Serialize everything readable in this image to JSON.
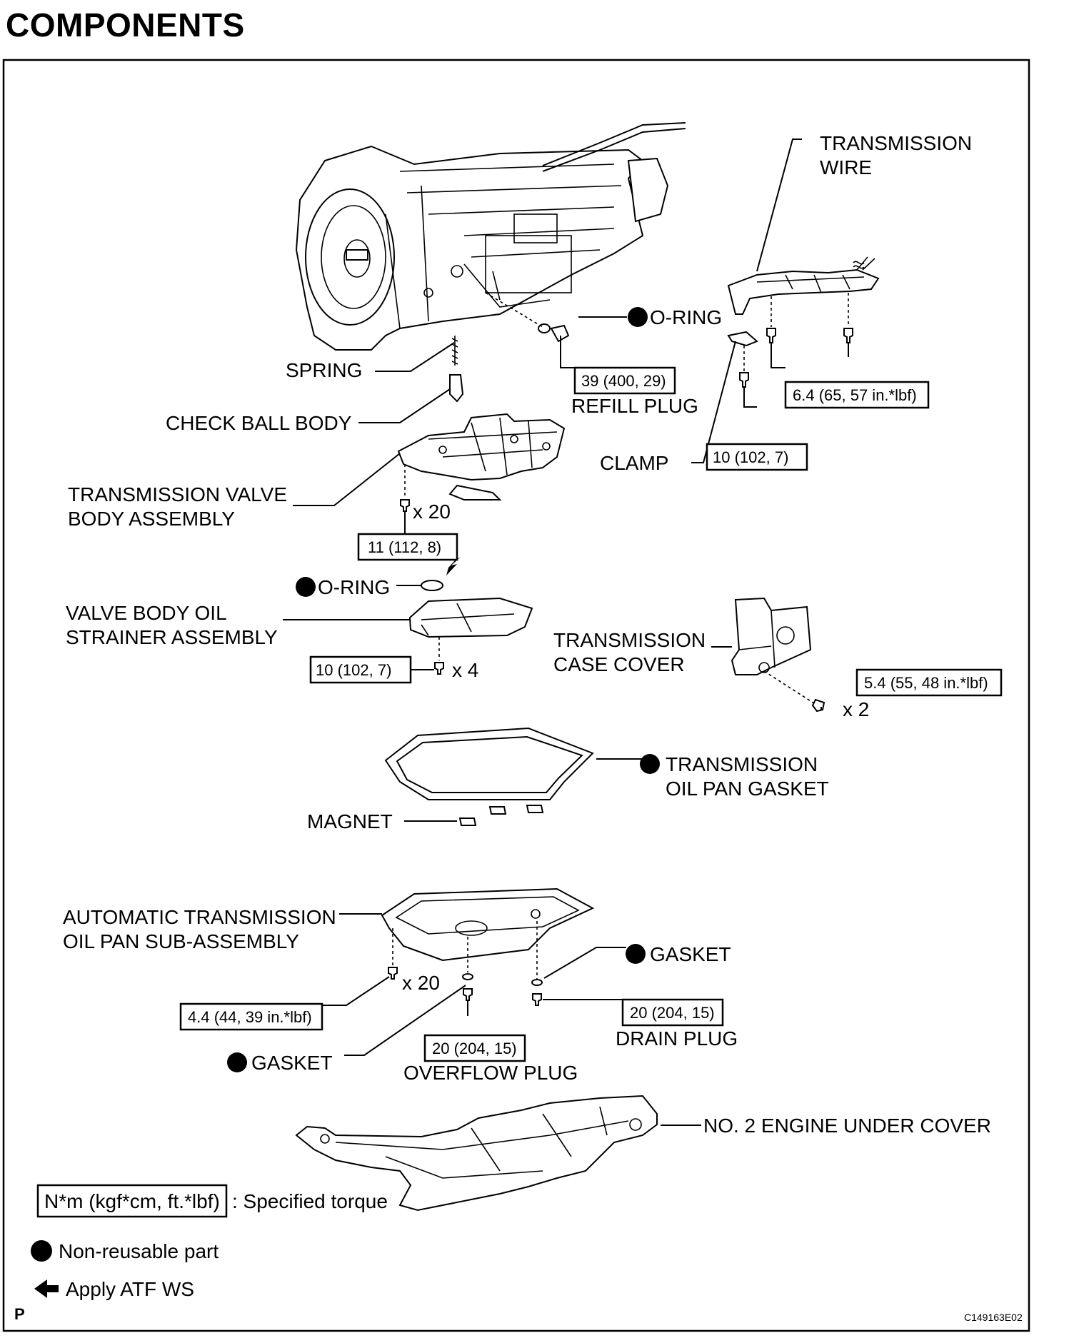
{
  "page_title": "COMPONENTS",
  "labels": {
    "transmission_wire": [
      "TRANSMISSION",
      "WIRE"
    ],
    "o_ring_top": "O-RING",
    "spring": "SPRING",
    "refill_plug": "REFILL PLUG",
    "check_ball_body": "CHECK BALL BODY",
    "clamp": "CLAMP",
    "valve_body_assembly": [
      "TRANSMISSION VALVE",
      "BODY ASSEMBLY"
    ],
    "o_ring_mid": "O-RING",
    "valve_body_oil_strainer": [
      "VALVE BODY OIL",
      "STRAINER ASSEMBLY"
    ],
    "transmission_case_cover": [
      "TRANSMISSION",
      "CASE COVER"
    ],
    "oil_pan_gasket": [
      "TRANSMISSION",
      "OIL PAN GASKET"
    ],
    "magnet": "MAGNET",
    "oil_pan_sub_assembly": [
      "AUTOMATIC TRANSMISSION",
      "OIL PAN SUB-ASSEMBLY"
    ],
    "gasket_drain": "GASKET",
    "drain_plug": "DRAIN PLUG",
    "gasket_overflow": "GASKET",
    "overflow_plug": "OVERFLOW PLUG",
    "engine_under_cover": "NO. 2 ENGINE UNDER COVER"
  },
  "torques": {
    "refill_plug": "39 (400, 29)",
    "wire_bolt": "6.4 (65, 57 in.*lbf)",
    "clamp_bolt": "10 (102, 7)",
    "valve_body_bolts": "11 (112, 8)",
    "strainer_bolts": "10 (102, 7)",
    "case_cover_bolts": "5.4 (55, 48 in.*lbf)",
    "oil_pan_bolts": "4.4 (44, 39 in.*lbf)",
    "drain_plug": "20 (204, 15)",
    "overflow_plug": "20 (204, 15)"
  },
  "quantities": {
    "valve_body_bolts": "x 20",
    "strainer_bolts": "x 4",
    "case_cover_bolts": "x 2",
    "oil_pan_bolts": "x 20"
  },
  "legend": {
    "torque_box": "N*m (kgf*cm, ft.*lbf)",
    "torque_text": ": Specified torque",
    "non_reusable": "Non-reusable part",
    "apply_atf": "Apply ATF WS"
  },
  "footer": {
    "left_mark": "P",
    "figure_code": "C149163E02"
  }
}
